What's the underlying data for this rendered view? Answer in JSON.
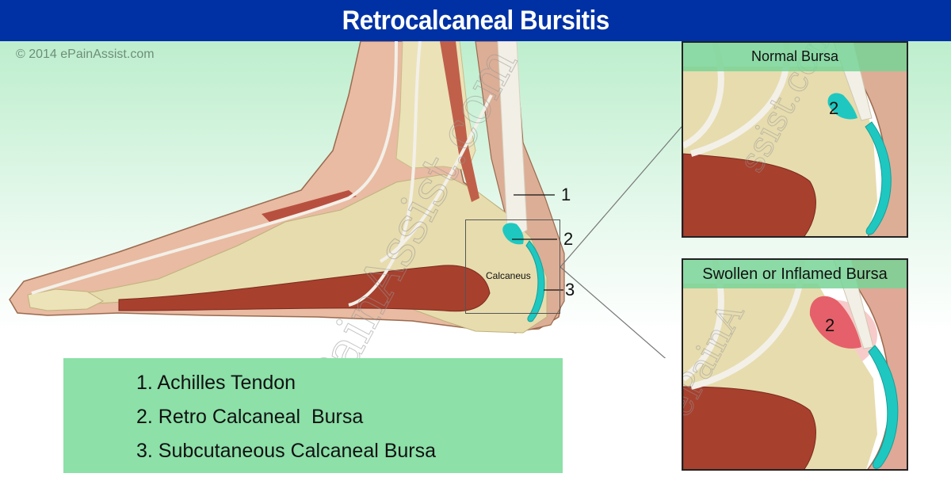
{
  "header": {
    "title": "Retrocalcaneal Bursitis",
    "background_color": "#0031a4",
    "text_color": "#ffffff"
  },
  "copyright": "© 2014 ePainAssist.com",
  "main_diagram": {
    "bone_label": "Calcaneus",
    "callouts": [
      {
        "number": "1"
      },
      {
        "number": "2"
      },
      {
        "number": "3"
      }
    ],
    "watermark": "ePainAssist.com"
  },
  "legend": {
    "background_color": "#8ce0a8",
    "items": [
      {
        "label": "1. Achilles Tendon"
      },
      {
        "label": "2. Retro Calcaneal  Bursa"
      },
      {
        "label": "3. Subcutaneous Calcaneal Bursa"
      }
    ]
  },
  "insets": {
    "normal": {
      "title": "Normal Bursa",
      "bursa_number": "2",
      "bursa_color": "#1ec8c0"
    },
    "swollen": {
      "title": "Swollen or Inflamed Bursa",
      "bursa_number": "2",
      "bursa_color": "#e5606a"
    }
  },
  "colors": {
    "skin": "#e6b9a0",
    "bone": "#e8deb0",
    "muscle": "#a8402e",
    "tendon": "#f2efe6",
    "bursa": "#1ec8c0"
  }
}
